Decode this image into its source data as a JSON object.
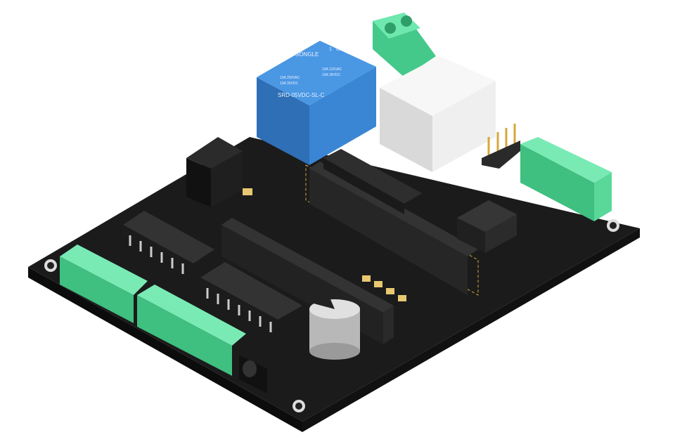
{
  "relay": {
    "brand": "SONGLE",
    "model": "SRD-05VDC-SL-C",
    "rating_1a": "10A 250VAC",
    "rating_1b": "10A 30VDC",
    "rating_2a": "10A 125VAC",
    "rating_2b": "10A 28VDC",
    "pin_mark": "1",
    "region": "US"
  },
  "colors": {
    "pcb": "#1b1b1b",
    "relay": "#3a86d4",
    "terminal": "#4fd69a",
    "header": "#2a2a2a",
    "pins": "#d4a83a",
    "white_block": "#e9e9e9"
  }
}
